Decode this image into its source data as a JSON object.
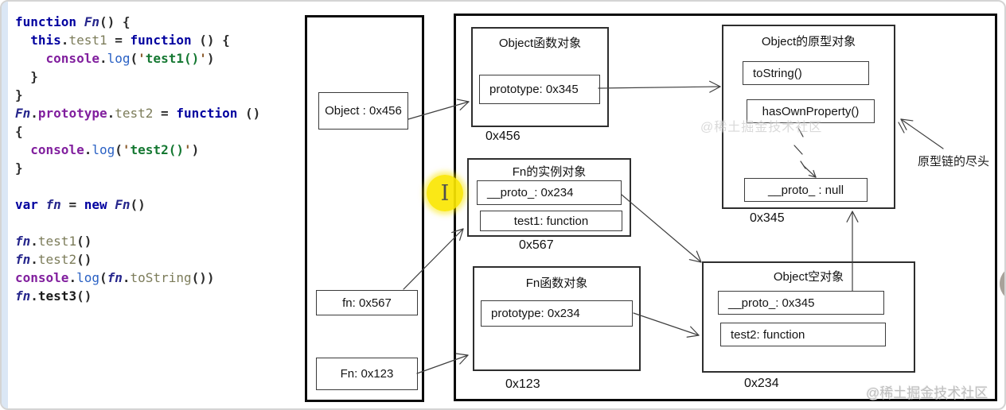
{
  "code": {
    "lines": [
      [
        {
          "t": "function",
          "c": "kw"
        },
        {
          "t": " ",
          "c": "p"
        },
        {
          "t": "Fn",
          "c": "fname"
        },
        {
          "t": "() {",
          "c": "p"
        }
      ],
      [
        {
          "t": "  ",
          "c": "p"
        },
        {
          "t": "this",
          "c": "kw"
        },
        {
          "t": ".",
          "c": "p"
        },
        {
          "t": "test1",
          "c": "prop"
        },
        {
          "t": " = ",
          "c": "p"
        },
        {
          "t": "function",
          "c": "kw"
        },
        {
          "t": " () {",
          "c": "p"
        }
      ],
      [
        {
          "t": "    ",
          "c": "p"
        },
        {
          "t": "console",
          "c": "obj"
        },
        {
          "t": ".",
          "c": "p"
        },
        {
          "t": "log",
          "c": "meth"
        },
        {
          "t": "(",
          "c": "p"
        },
        {
          "t": "'",
          "c": "q"
        },
        {
          "t": "test1()",
          "c": "str"
        },
        {
          "t": "'",
          "c": "q"
        },
        {
          "t": ")",
          "c": "p"
        }
      ],
      [
        {
          "t": "  }",
          "c": "p"
        }
      ],
      [
        {
          "t": "}",
          "c": "p"
        }
      ],
      [
        {
          "t": "Fn",
          "c": "fname"
        },
        {
          "t": ".",
          "c": "p"
        },
        {
          "t": "prototype",
          "c": "obj"
        },
        {
          "t": ".",
          "c": "p"
        },
        {
          "t": "test2",
          "c": "prop"
        },
        {
          "t": " = ",
          "c": "p"
        },
        {
          "t": "function",
          "c": "kw"
        },
        {
          "t": " ()",
          "c": "p"
        }
      ],
      [
        {
          "t": "{",
          "c": "p"
        }
      ],
      [
        {
          "t": "  ",
          "c": "p"
        },
        {
          "t": "console",
          "c": "obj"
        },
        {
          "t": ".",
          "c": "p"
        },
        {
          "t": "log",
          "c": "meth"
        },
        {
          "t": "(",
          "c": "p"
        },
        {
          "t": "'",
          "c": "q"
        },
        {
          "t": "test2()",
          "c": "str"
        },
        {
          "t": "'",
          "c": "q"
        },
        {
          "t": ")",
          "c": "p"
        }
      ],
      [
        {
          "t": "}",
          "c": "p"
        }
      ],
      [],
      [
        {
          "t": "var",
          "c": "kw"
        },
        {
          "t": " ",
          "c": "p"
        },
        {
          "t": "fn",
          "c": "fname"
        },
        {
          "t": " = ",
          "c": "p"
        },
        {
          "t": "new",
          "c": "kw"
        },
        {
          "t": " ",
          "c": "p"
        },
        {
          "t": "Fn",
          "c": "fname"
        },
        {
          "t": "()",
          "c": "p"
        }
      ],
      [],
      [
        {
          "t": "fn",
          "c": "fname"
        },
        {
          "t": ".",
          "c": "p"
        },
        {
          "t": "test1",
          "c": "prop"
        },
        {
          "t": "()",
          "c": "p"
        }
      ],
      [
        {
          "t": "fn",
          "c": "fname"
        },
        {
          "t": ".",
          "c": "p"
        },
        {
          "t": "test2",
          "c": "prop"
        },
        {
          "t": "()",
          "c": "p"
        }
      ],
      [
        {
          "t": "console",
          "c": "obj"
        },
        {
          "t": ".",
          "c": "p"
        },
        {
          "t": "log",
          "c": "meth"
        },
        {
          "t": "(",
          "c": "p"
        },
        {
          "t": "fn",
          "c": "fname"
        },
        {
          "t": ".",
          "c": "p"
        },
        {
          "t": "toString",
          "c": "prop"
        },
        {
          "t": "())",
          "c": "p"
        }
      ],
      [
        {
          "t": "fn",
          "c": "fname"
        },
        {
          "t": ".",
          "c": "p"
        },
        {
          "t": "test3",
          "c": "propb"
        },
        {
          "t": "()",
          "c": "p"
        }
      ]
    ]
  },
  "stack": {
    "object_ref": "Object : 0x456",
    "fn_ref": "fn: 0x567",
    "Fn_ref": "Fn: 0x123"
  },
  "heap": {
    "object_function": {
      "title": "Object函数对象",
      "slot_prototype": "prototype: 0x345",
      "address": "0x456"
    },
    "fn_instance": {
      "title": "Fn的实例对象",
      "slot_proto": "__proto_: 0x234",
      "slot_test1": "test1: function",
      "address": "0x567"
    },
    "fn_function": {
      "title": "Fn函数对象",
      "slot_prototype": "prototype: 0x234",
      "address": "0x123"
    },
    "object_prototype": {
      "title": "Object的原型对象",
      "slot_tostring": "toString()",
      "slot_hasown": "hasOwnProperty()",
      "slot_proto": "__proto_ : null",
      "address": "0x345"
    },
    "object_empty": {
      "title": "Object空对象",
      "slot_proto": "__proto_: 0x345",
      "slot_test2": "test2: function",
      "address": "0x234"
    },
    "chain_end_label": "原型链的尽头"
  },
  "watermark": {
    "bottom_right": "@稀土掘金技术社区",
    "faint_overlay": "@稀土掘金技术社区"
  },
  "colors": {
    "cursor_highlight": "#fae602",
    "frame_border": "#0a0a0a",
    "arrow": "#3f3f3f"
  }
}
